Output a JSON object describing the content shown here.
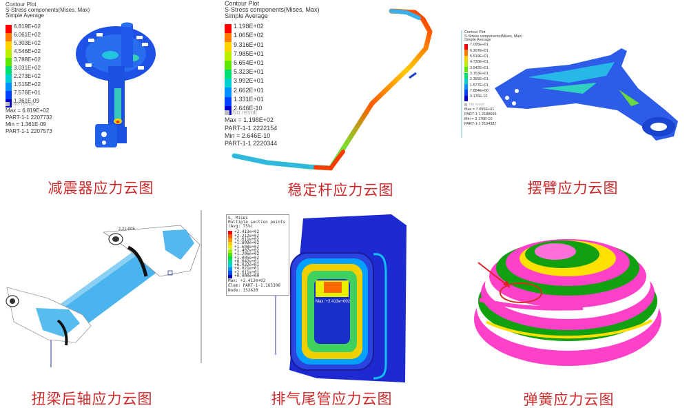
{
  "panels": [
    {
      "caption": "减震器应力云图",
      "legend": {
        "title": "Contour Plot",
        "subtitle": "S-Stress components(Mises, Max)",
        "avg": "Simple Average",
        "values": [
          "6.819E+02",
          "6.061E+02",
          "5.303E+02",
          "4.546E+02",
          "3.788E+02",
          "3.031E+02",
          "2.273E+02",
          "1.515E+02",
          "7.576E+01",
          "1.361E-09"
        ],
        "no_result": "No result",
        "max": "Max = 6.819E+02",
        "max_part": "PART-1-1 2207732",
        "min": "Min = 1.361E-09",
        "min_part": "PART-1-1 2207573"
      }
    },
    {
      "caption": "稳定杆应力云图",
      "legend": {
        "title": "Contour Plot",
        "subtitle": "S-Stress components(Mises, Max)",
        "avg": "Simple Average",
        "values": [
          "1.198E+02",
          "1.065E+02",
          "9.316E+01",
          "7.985E+01",
          "6.654E+01",
          "5.323E+01",
          "3.992E+01",
          "2.662E+01",
          "1.331E+01",
          "2.646E-10"
        ],
        "no_result": "No result",
        "max": "Max = 1.198E+02",
        "max_part": "PART-1-1 2222154",
        "min": "Min = 2.646E-10",
        "min_part": "PART-1-1 2220344"
      }
    },
    {
      "caption": "摆臂应力云图",
      "legend": {
        "title": "Contour Plot",
        "subtitle": "S-Stress components(Mises, Max)",
        "avg": "Simple Average",
        "values": [
          "7.095E+01",
          "6.307E+01",
          "5.519E+01",
          "4.730E+01",
          "3.942E+01",
          "3.153E+01",
          "2.365E+01",
          "1.577E+01",
          "7.884E+00",
          "3.176E-10"
        ],
        "no_result": "No result",
        "max": "Max = 7.095E+01",
        "max_part": "PART-1-1 2188693",
        "min": "Min = 3.176E-10",
        "min_part": "PART-1-1 2194387"
      }
    },
    {
      "caption": "扭梁后轴应力云图",
      "labels": {
        "top": "2.21-005"
      }
    },
    {
      "caption": "排气尾管应力云图",
      "legend": {
        "title": "S, Mises",
        "subtitle": "Multiple section points",
        "avg": "(Avg: 75%)",
        "values": [
          "+2.413e+02",
          "+2.212e+02",
          "+2.011e+02",
          "+1.809e+02",
          "+1.608e+02",
          "+1.407e+02",
          "+1.206e+02",
          "+1.005e+02",
          "+8.042e+01",
          "+6.032e+01",
          "+4.021e+01",
          "+2.011e+01",
          "+0.000e+00"
        ],
        "max": "Max: +2.413e+02",
        "elem": "Elem: PART-1-1.165306",
        "node": "Node: 152420",
        "marker": "Max: +2.413e+002"
      }
    },
    {
      "caption": "弹簧应力云图"
    }
  ],
  "colors": {
    "caption": "#cc2a2a",
    "scale10": [
      "#ff0000",
      "#ff7a00",
      "#ffd200",
      "#b8f000",
      "#5ce600",
      "#00e070",
      "#00d0d0",
      "#0090ff",
      "#0040ff",
      "#0000c8"
    ],
    "scale13": [
      "#ff0000",
      "#ff5a00",
      "#ff9a00",
      "#ffd000",
      "#e8f000",
      "#a0f000",
      "#50e600",
      "#00e040",
      "#00e0a0",
      "#00d0e0",
      "#0090ff",
      "#0050ff",
      "#0000c8"
    ]
  }
}
